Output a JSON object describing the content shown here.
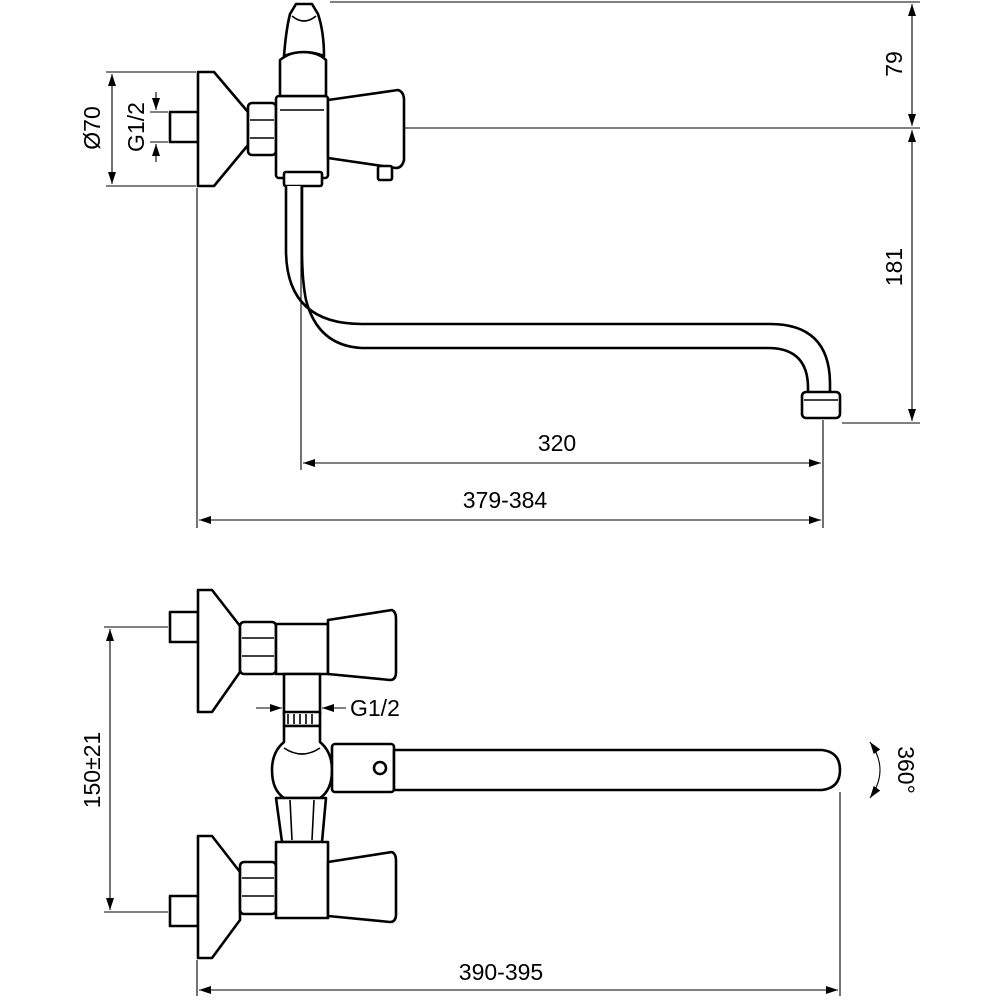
{
  "dimensions": {
    "flange_diameter": "Ø70",
    "inlet_thread_side": "G1/2",
    "top_height": "79",
    "spout_height": "181",
    "spout_reach": "320",
    "total_reach_side": "379-384",
    "inlet_spacing": "150±21",
    "outlet_thread": "G1/2",
    "rotation": "360°",
    "total_reach_top": "390-395"
  }
}
